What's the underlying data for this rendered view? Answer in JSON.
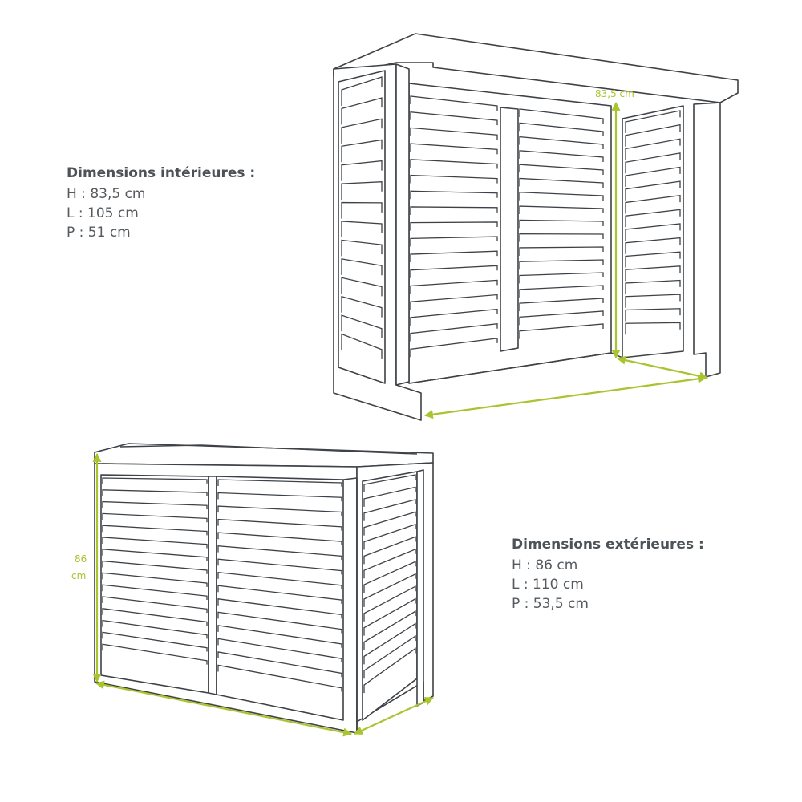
{
  "colors": {
    "outline": "#3e4246",
    "dimension": "#a9c42f",
    "text": "#555a5f"
  },
  "interior": {
    "title": "Dimensions intérieures :",
    "lines": [
      "H : 83,5 cm",
      "L : 105 cm",
      "P : 51 cm"
    ],
    "height_label": "83,5 cm"
  },
  "exterior": {
    "title": "Dimensions extérieures :",
    "lines": [
      "H : 86 cm",
      "L : 110 cm",
      "P : 53,5 cm"
    ],
    "height_label_value": "86",
    "height_label_unit": "cm"
  }
}
